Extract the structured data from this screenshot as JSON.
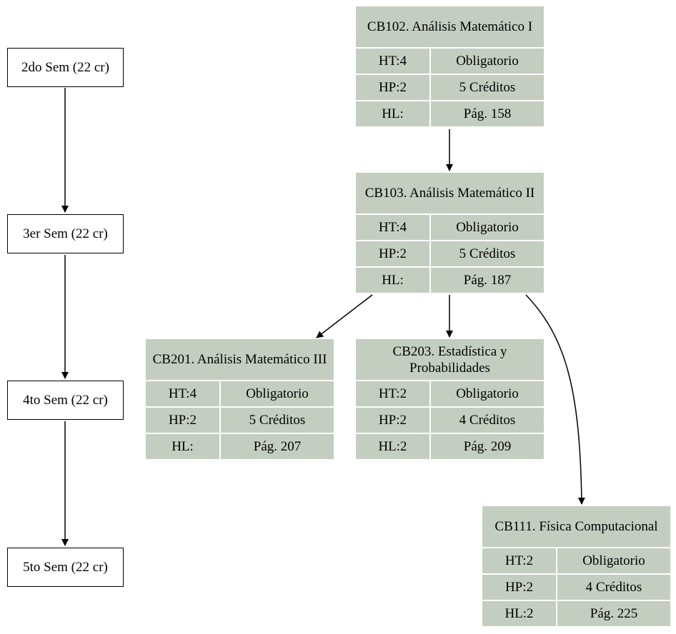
{
  "semesters": [
    {
      "label": "2do Sem (22 cr)"
    },
    {
      "label": "3er Sem (22 cr)"
    },
    {
      "label": "4to Sem (22 cr)"
    },
    {
      "label": "5to Sem (22 cr)"
    }
  ],
  "courses": {
    "cb102": {
      "title": "CB102. Análisis Matemático I",
      "ht": "HT:4",
      "type": "Obligatorio",
      "hp": "HP:2",
      "credits": "5 Créditos",
      "hl": "HL:",
      "page": "Pág. 158"
    },
    "cb103": {
      "title": "CB103. Análisis Matemático II",
      "ht": "HT:4",
      "type": "Obligatorio",
      "hp": "HP:2",
      "credits": "5 Créditos",
      "hl": "HL:",
      "page": "Pág. 187"
    },
    "cb201": {
      "title": "CB201. Análisis Matemático III",
      "ht": "HT:4",
      "type": "Obligatorio",
      "hp": "HP:2",
      "credits": "5 Créditos",
      "hl": "HL:",
      "page": "Pág. 207"
    },
    "cb203": {
      "title": "CB203. Estadística y Probabilidades",
      "ht": "HT:2",
      "type": "Obligatorio",
      "hp": "HP:2",
      "credits": "4 Créditos",
      "hl": "HL:2",
      "page": "Pág. 209"
    },
    "cb111": {
      "title": "CB111. Física Computacional",
      "ht": "HT:2",
      "type": "Obligatorio",
      "hp": "HP:2",
      "credits": "4 Créditos",
      "hl": "HL:2",
      "page": "Pág. 225"
    }
  },
  "colors": {
    "node_fill": "#c3cec1",
    "edge": "#000000"
  }
}
